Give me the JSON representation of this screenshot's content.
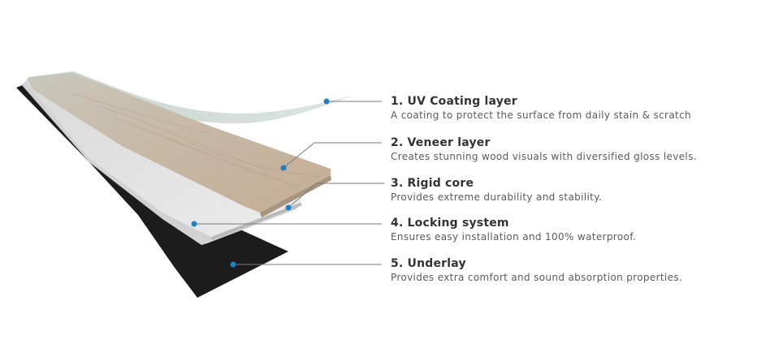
{
  "diagram": {
    "type": "exploded layer diagram",
    "subject": "flooring plank layers",
    "accent_color": "#1f7fc4",
    "leader_color": "#7a7a7a",
    "layers": [
      {
        "number": "1",
        "title": "1. UV Coating layer",
        "description": "A coating to protect the surface from daily stain & scratch",
        "color": "#cfd8d6"
      },
      {
        "number": "2",
        "title": "2. Veneer layer",
        "description": "Creates stunning wood visuals with diversified gloss levels.",
        "color": "#c9b8a3"
      },
      {
        "number": "3",
        "title": "3. Rigid core",
        "description": "Provides extreme durability and stability.",
        "color": "#e6e6e6"
      },
      {
        "number": "4",
        "title": "4. Locking system",
        "description": "Ensures easy installation and 100% waterproof.",
        "color": "#d4d4d4"
      },
      {
        "number": "5",
        "title": "5. Underlay",
        "description": "Provides extra comfort and sound absorption properties.",
        "color": "#1e1e1e"
      }
    ]
  }
}
